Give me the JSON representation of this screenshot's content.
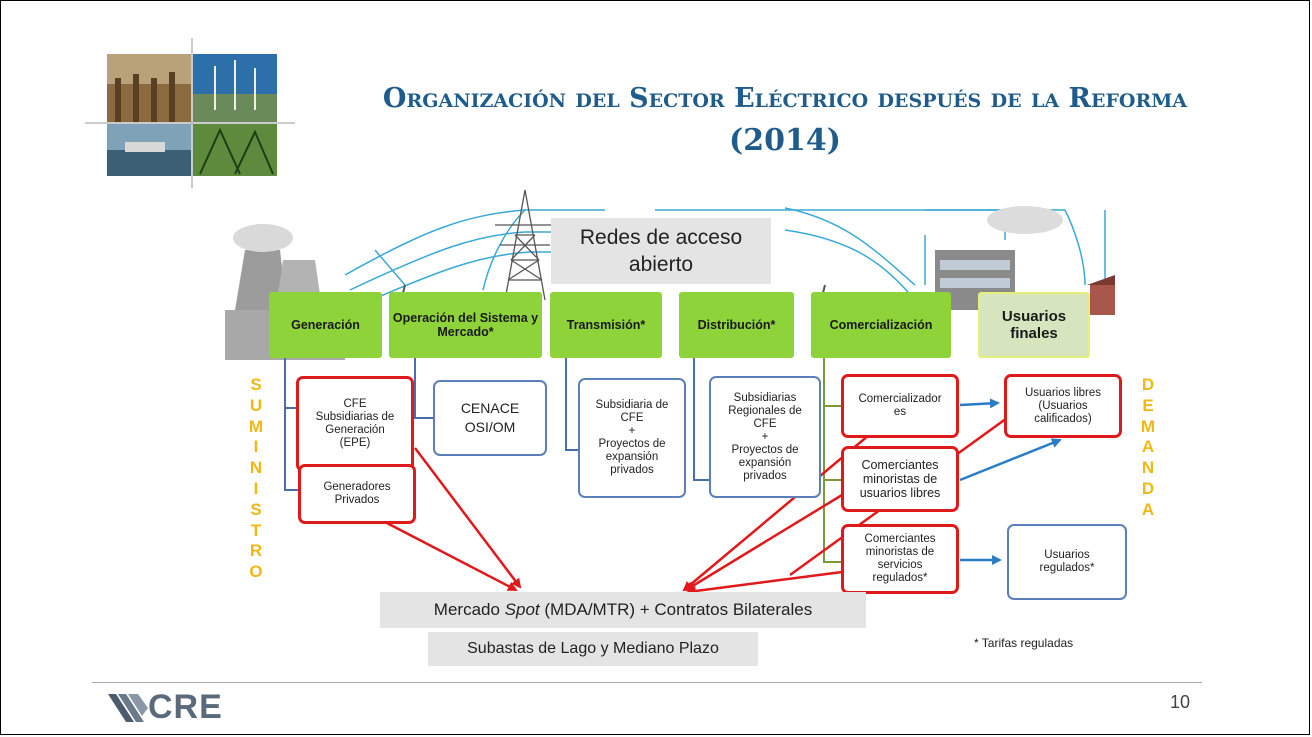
{
  "header": {
    "title_line1": "Organización del Sector Eléctrico después de la Reforma",
    "title_line2": "(2014)"
  },
  "banner": {
    "open_networks": "Redes de acceso abierto"
  },
  "chain": [
    {
      "label": "Generación"
    },
    {
      "label": "Operación del Sistema y Mercado*"
    },
    {
      "label": "Transmisión*"
    },
    {
      "label": "Distribución*"
    },
    {
      "label": "Comercialización"
    },
    {
      "label": "Usuarios finales"
    }
  ],
  "side_labels": {
    "left": [
      "S",
      "U",
      "M",
      "I",
      "N",
      "I",
      "S",
      "T",
      "R",
      "O"
    ],
    "right": [
      "D",
      "E",
      "M",
      "A",
      "N",
      "D",
      "A"
    ]
  },
  "boxes": {
    "cfe_gen": {
      "lines": [
        "CFE",
        "Subsidiarias de",
        "Generación",
        "(EPE)"
      ]
    },
    "gen_priv": {
      "lines": [
        "Generadores",
        "Privados"
      ]
    },
    "cenace": {
      "lines": [
        "CENACE",
        "OSI/OM"
      ]
    },
    "transmision": {
      "lines": [
        "Subsidiaria de",
        "CFE",
        "+",
        "Proyectos de",
        "expansión",
        "privados"
      ]
    },
    "distribucion": {
      "lines": [
        "Subsidiarias",
        "Regionales de",
        "CFE",
        "+",
        "Proyectos de",
        "expansión",
        "privados"
      ]
    },
    "comercializadores": {
      "lines": [
        "Comercializador",
        "es"
      ]
    },
    "com_min_libres": {
      "lines": [
        "Comerciantes",
        "minoristas de",
        "usuarios libres"
      ]
    },
    "com_min_regulados": {
      "lines": [
        "Comerciantes",
        "minoristas de",
        "servicios",
        "regulados*"
      ]
    },
    "usuarios_libres": {
      "lines": [
        "Usuarios libres",
        "(Usuarios",
        "calificados)"
      ]
    },
    "usuarios_regulados": {
      "lines": [
        "Usuarios",
        "regulados*"
      ]
    }
  },
  "market": {
    "spot_pre": "Mercado ",
    "spot_italic": "Spot",
    "spot_post": " (MDA/MTR) + Contratos Bilaterales",
    "auctions": "Subastas de Lago y Mediano Plazo"
  },
  "footnote": "* Tarifas reguladas",
  "footer": {
    "logo_text": "CRE",
    "page_number": "10"
  },
  "colors": {
    "title": "#1f5c8b",
    "green_box": "#8ed33a",
    "red_border": "#e0191b",
    "blue_border": "#5b7fb9",
    "side_letters": "#f0b814",
    "blue_arrow": "#2a7dc4"
  },
  "icons": {
    "header_photos": "energy-infrastructure-photo-collage",
    "power_lines": "transmission-tower-network",
    "logo": "cre-logo"
  }
}
